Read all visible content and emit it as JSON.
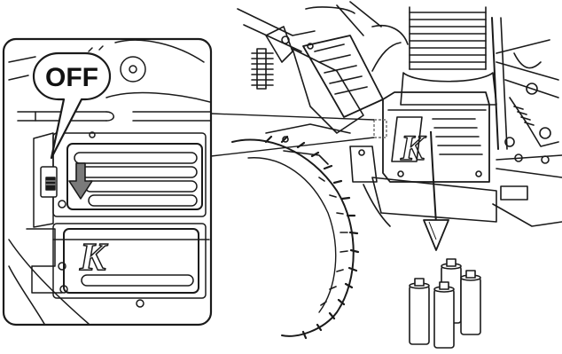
{
  "callout": {
    "label": "OFF",
    "label_color": "#111111"
  },
  "logo": {
    "text": "K"
  },
  "colors": {
    "ink": "#1a1a1a",
    "background": "#ffffff",
    "dashed_highlight": "#6e6e6e"
  },
  "icons": {
    "switch_direction": "arrow-down-icon",
    "remove_direction": "long-arrow-down-icon",
    "batteries": "aa-battery-icon"
  },
  "battery_count": 4
}
